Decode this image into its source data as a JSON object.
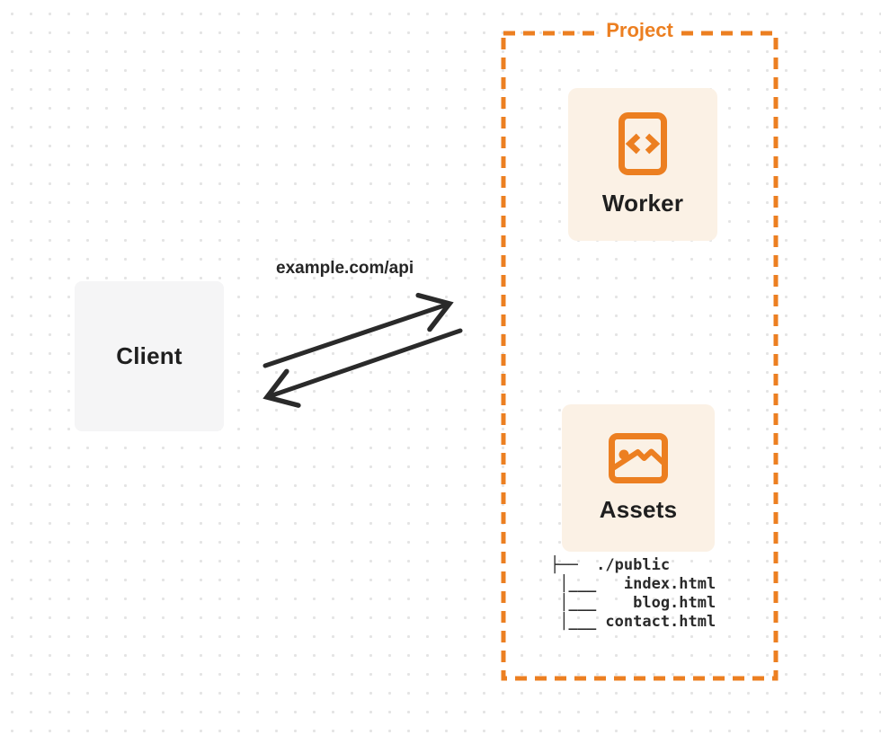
{
  "colors": {
    "accent_orange": "#ec7f21",
    "card_background": "#fbf1e5",
    "client_background": "#f5f5f6",
    "ink": "#2a2a2a",
    "dot_grid": "#e4e4e4"
  },
  "client": {
    "label": "Client"
  },
  "request": {
    "label": "example.com/api"
  },
  "project": {
    "label": "Project",
    "worker": {
      "label": "Worker",
      "icon": "code-file-icon"
    },
    "assets": {
      "label": "Assets",
      "icon": "image-icon"
    }
  },
  "file_tree": {
    "lines": [
      "├──  ./public",
      " │___   index.html",
      " │___    blog.html",
      " │___ contact.html"
    ]
  }
}
